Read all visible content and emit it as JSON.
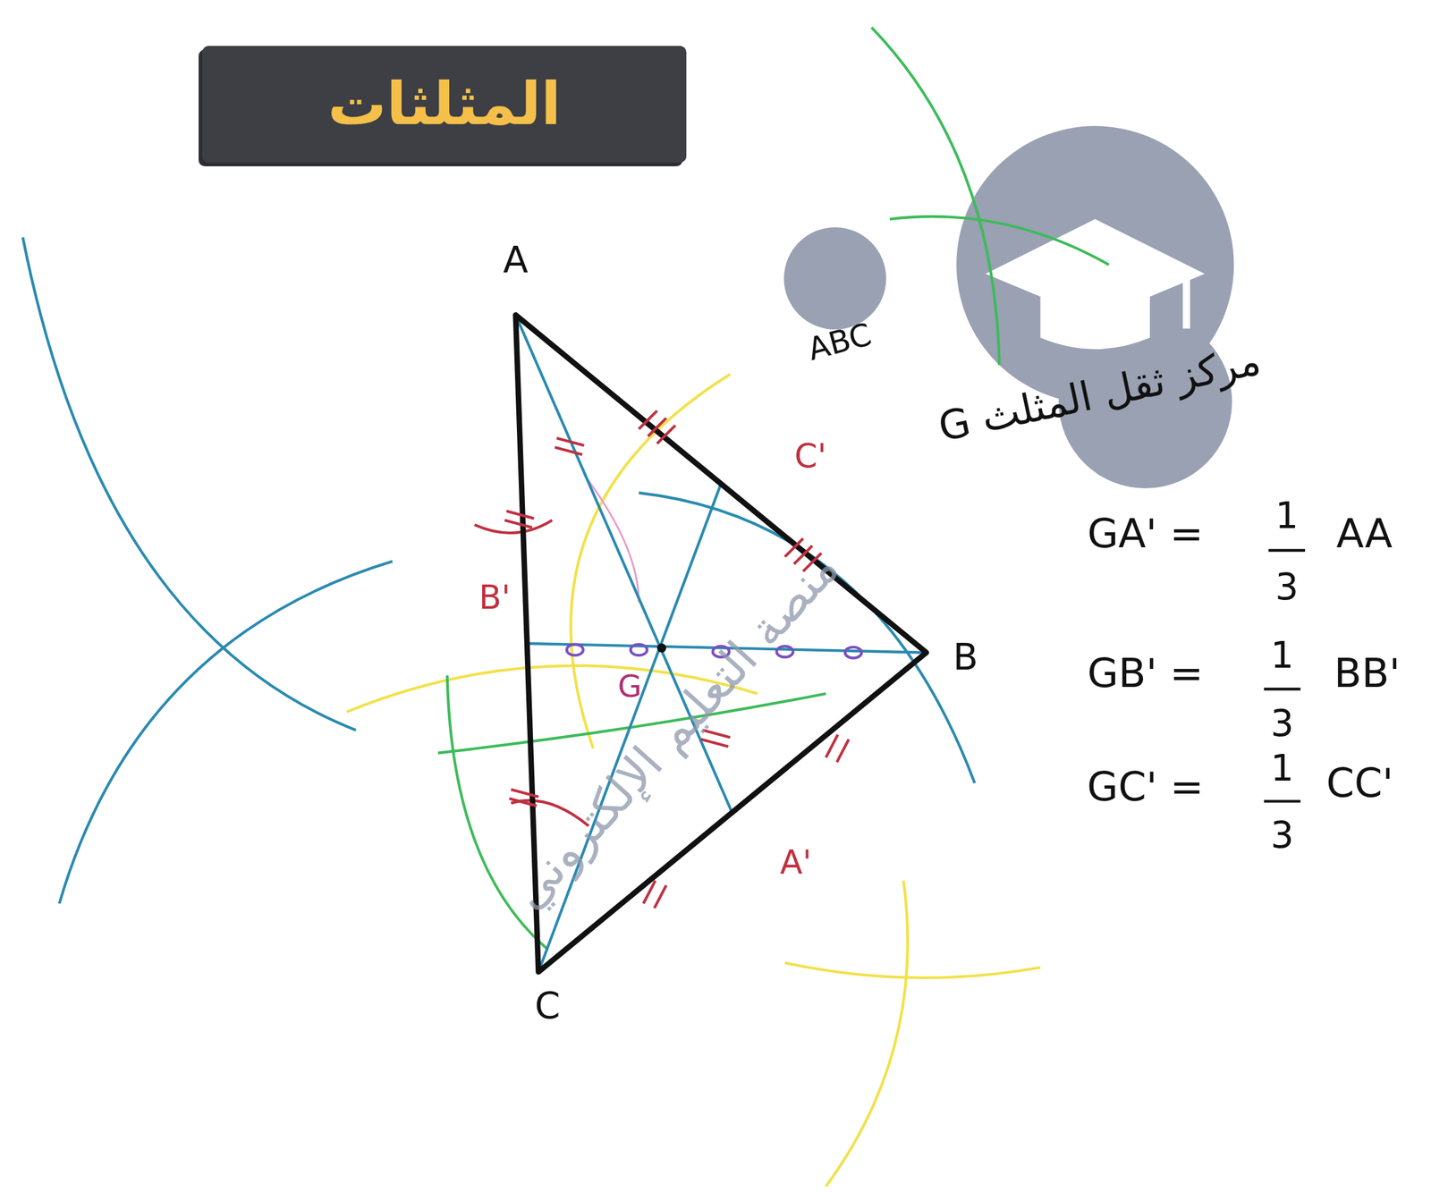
{
  "diagram": {
    "title": "المثلثات",
    "labels": [
      "A",
      "B",
      "C",
      "A'",
      "B'",
      "C'",
      "G",
      "ABC",
      "G مركز ثقل المثلث",
      "GA' =",
      "1",
      "3",
      "AA",
      "GB' =",
      "1",
      "3",
      "BB'",
      "GC' =",
      "1",
      "3",
      "CC'",
      "منصة التعليم الإلكتروني"
    ]
  }
}
